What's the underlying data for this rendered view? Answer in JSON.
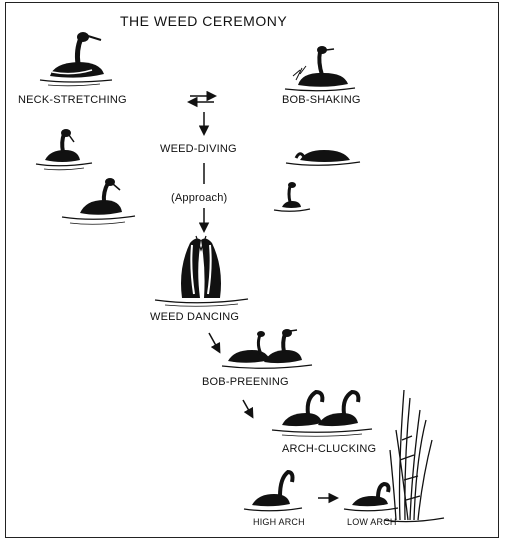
{
  "title": "THE WEED CEREMONY",
  "stages": {
    "neck_stretching": "NECK-STRETCHING",
    "bob_shaking": "BOB-SHAKING",
    "weed_diving": "WEED-DIVING",
    "approach": "(Approach)",
    "weed_dancing": "WEED DANCING",
    "bob_preening": "BOB-PREENING",
    "arch_clucking": "ARCH-CLUCKING",
    "high_arch": "HIGH ARCH",
    "low_arch": "LOW ARCH"
  },
  "colors": {
    "ink": "#111111",
    "paper": "#ffffff"
  }
}
